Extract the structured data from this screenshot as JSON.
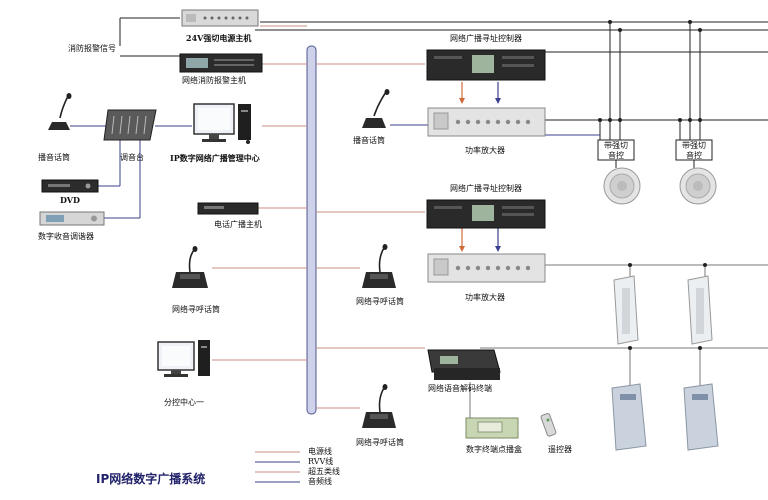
{
  "title": "IP网络数字广播系统",
  "labels": {
    "power_switch": "24V强切电源主机",
    "fire_signal": "消防报警信号",
    "fire_alarm_host": "网络消防报警主机",
    "controller_1": "网络广播寻址控制器",
    "controller_2": "网络广播寻址控制器",
    "amp_1": "功率放大器",
    "amp_2": "功率放大器",
    "mic_left": "播音话筒",
    "mic_mid": "播音话筒",
    "mixer": "调音台",
    "dvd": "DVD",
    "tuner": "数字收音调谐器",
    "center": "IP数字网络广播管理中心",
    "phone_host": "电话广播主机",
    "paging_left": "网络寻呼话筒",
    "paging_mid1": "网络寻呼话筒",
    "paging_mid2": "网络寻呼话筒",
    "sub_center": "分控中心一",
    "decoder": "网络语音解码终端",
    "terminal_box": "数字终端点播盒",
    "remote": "遥控器",
    "forced_1": [
      "带强切",
      "音控"
    ],
    "forced_2": [
      "带强切",
      "音控"
    ]
  },
  "legend": [
    {
      "label": "电源线",
      "color": "#c98c86"
    },
    {
      "label": "RVV线",
      "color": "#7a7a7a"
    },
    {
      "label": "超五类线",
      "color": "#c98c86"
    },
    {
      "label": "音频线",
      "color": "#3a3f8e"
    }
  ],
  "colors": {
    "power": "#c98c86",
    "audio": "#3a3f8e",
    "signal": "#222222",
    "backbone_fill": "#cdd1ea",
    "backbone_stroke": "#50568e",
    "arrow_red": "#d06a3a",
    "arrow_blue": "#3a3f8e"
  }
}
